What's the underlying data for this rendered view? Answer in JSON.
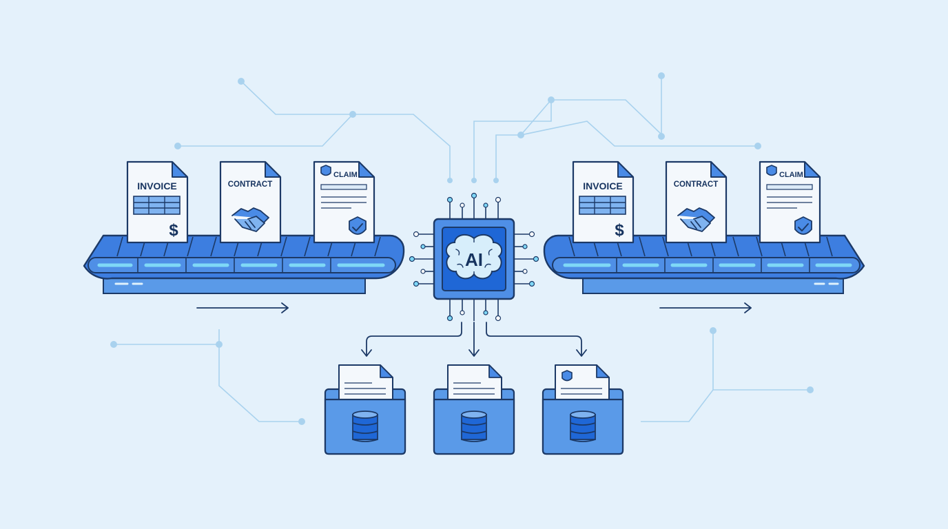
{
  "colors": {
    "background": "#e4f1fb",
    "circuit": "#a9d2ee",
    "outline": "#1c3966",
    "belt_top": "#3d7ee0",
    "belt_side": "#5a9ae8",
    "belt_light": "#7fd8f7",
    "doc_fill": "#f4f8fc",
    "doc_fold": "#4a8be6",
    "folder": "#5a9ae8",
    "chip_core": "#1f67d6",
    "brain": "#d7eefb"
  },
  "chip": {
    "label": "AI",
    "icon": "brain-icon"
  },
  "input_belt": {
    "documents": [
      {
        "title": "INVOICE",
        "icon": "dollar-icon",
        "symbol": "$"
      },
      {
        "title": "CONTRACT",
        "icon": "handshake-icon"
      },
      {
        "title": "CLAIM",
        "icon": "shield-check-icon"
      }
    ],
    "arrow_icon": "arrow-right-icon"
  },
  "output_belt": {
    "documents": [
      {
        "title": "INVOICE",
        "icon": "dollar-icon",
        "symbol": "$"
      },
      {
        "title": "CONTRACT",
        "icon": "handshake-icon"
      },
      {
        "title": "CLAIM",
        "icon": "shield-check-icon"
      }
    ],
    "arrow_icon": "arrow-right-icon"
  },
  "storage": [
    {
      "name": "folder-invoice",
      "icon": "database-icon"
    },
    {
      "name": "folder-contract",
      "icon": "database-icon"
    },
    {
      "name": "folder-claim",
      "icon": "database-icon",
      "badge": "shield-icon"
    }
  ]
}
